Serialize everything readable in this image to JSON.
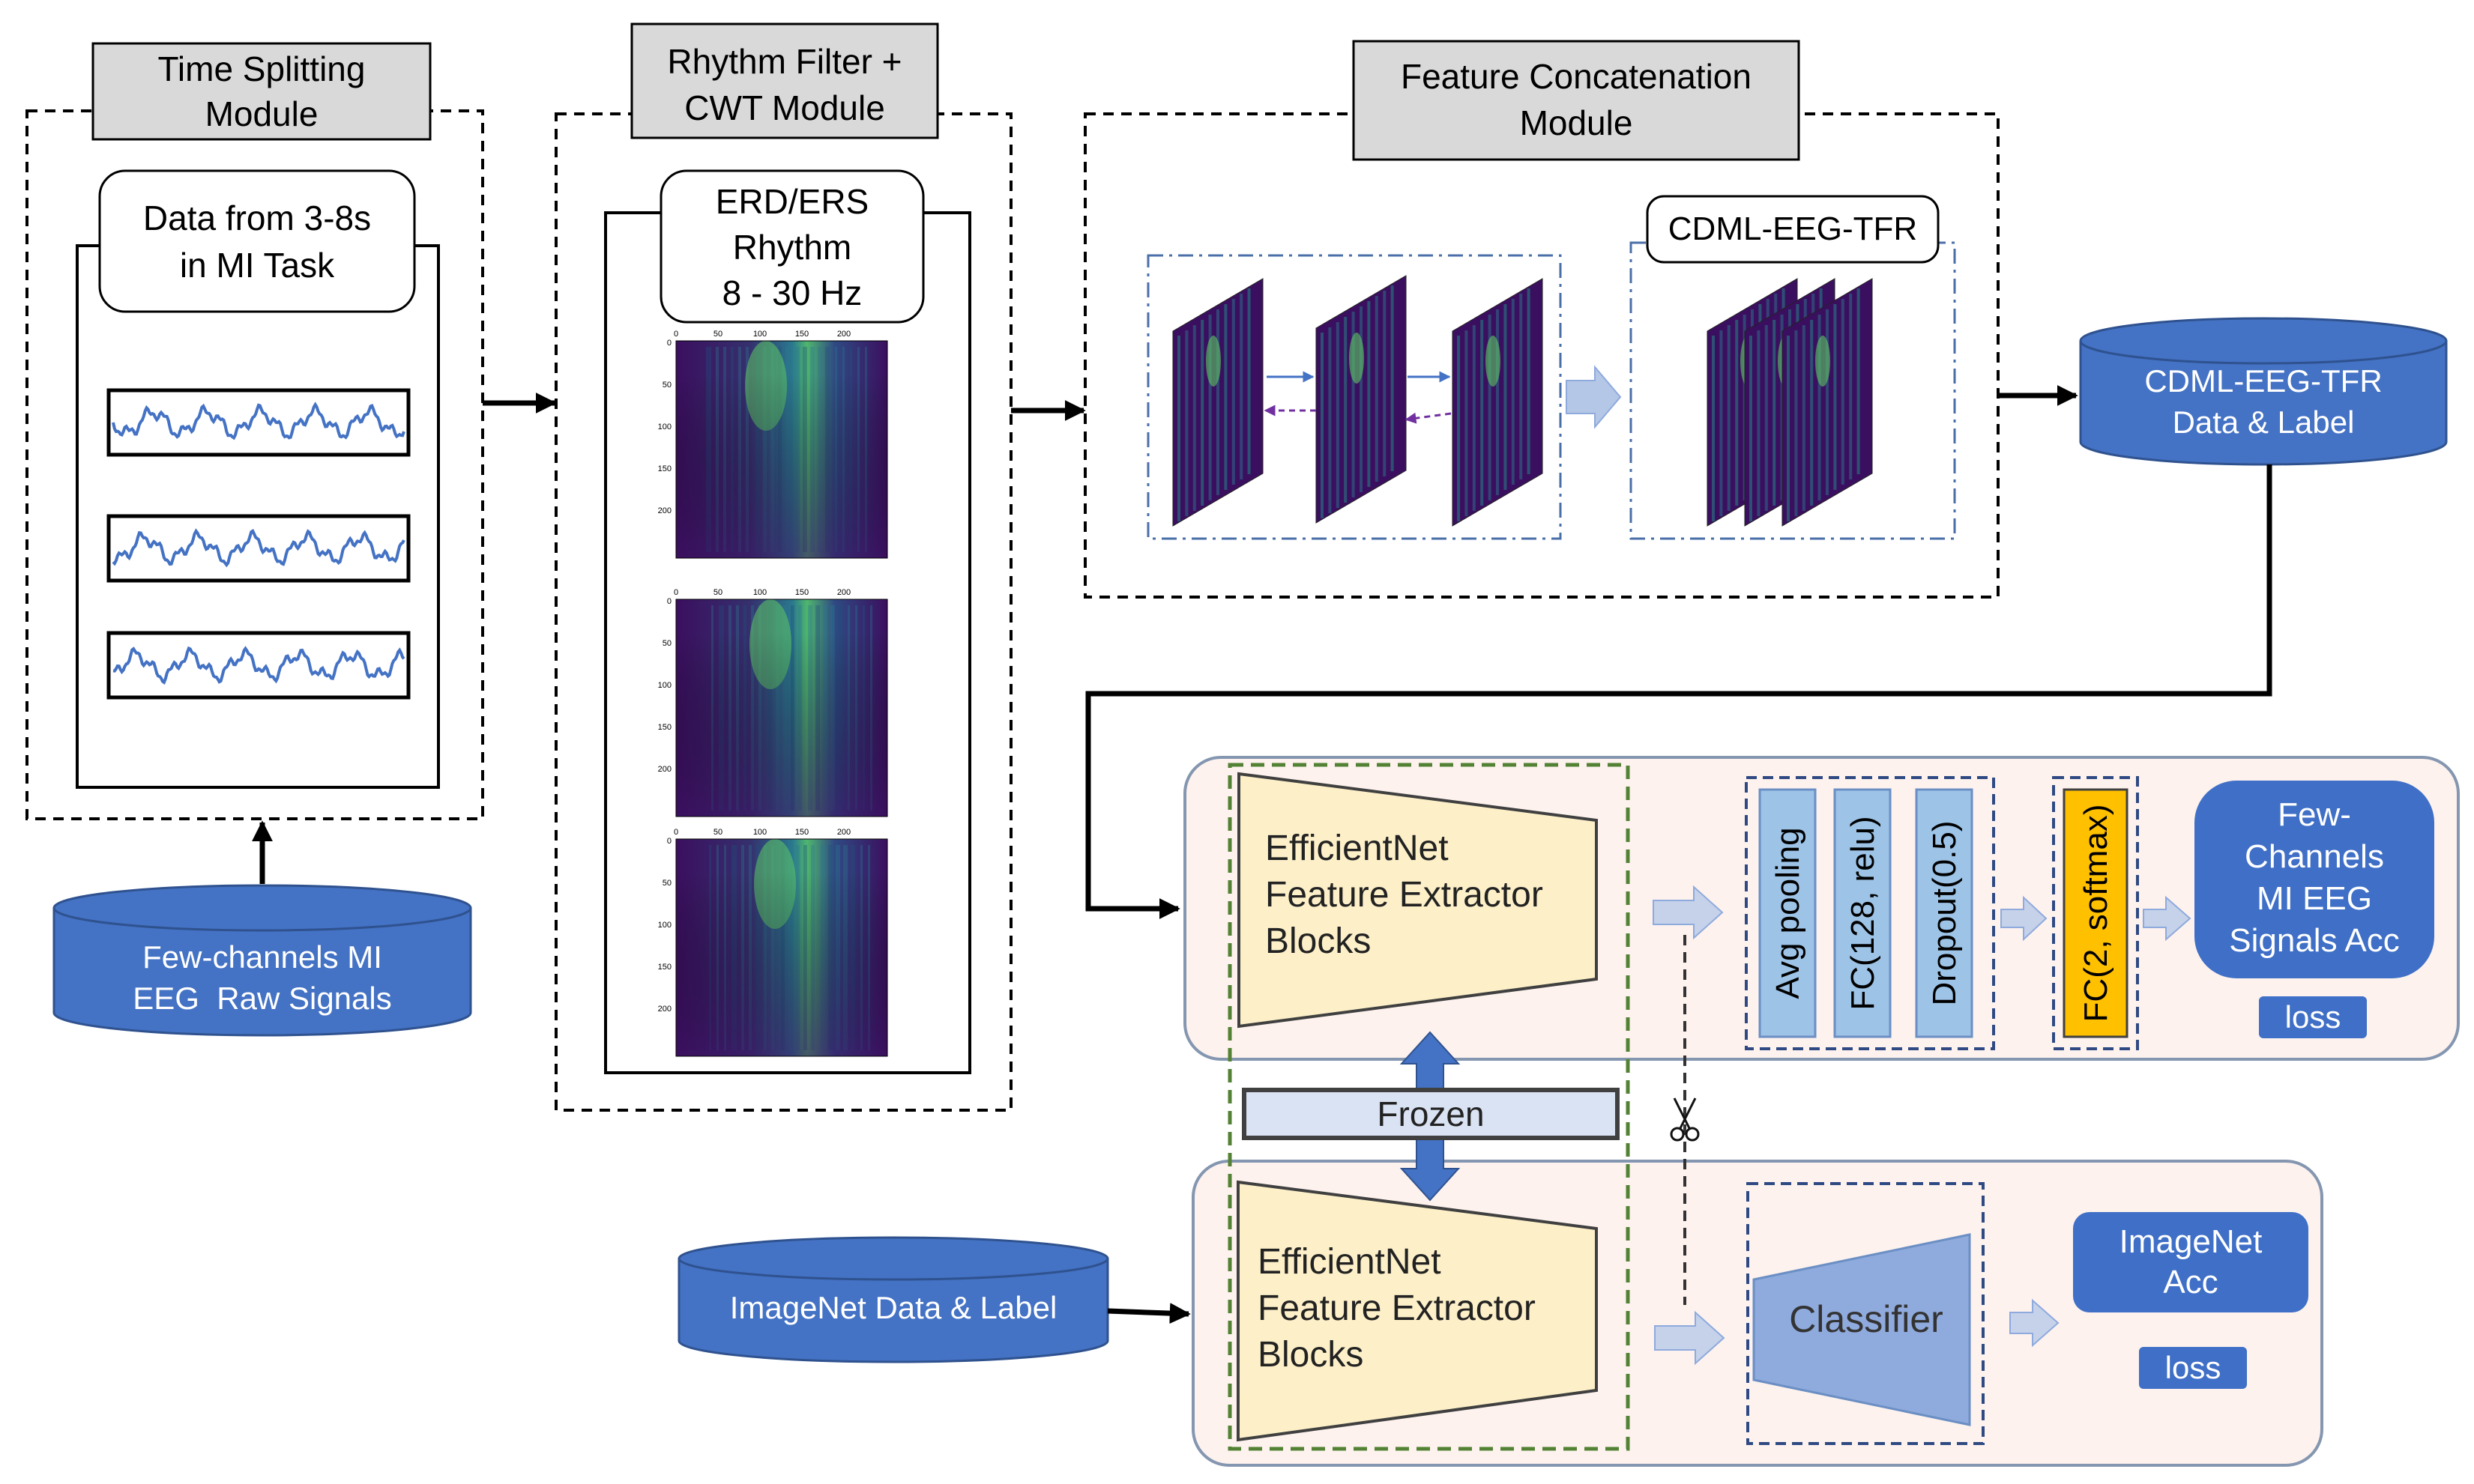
{
  "modules": {
    "time_splitting": {
      "title_line1": "Time Splitting",
      "title_line2": "Module",
      "inner_line1": "Data from 3-8s",
      "inner_line2": "in MI Task"
    },
    "rhythm_filter": {
      "title_line1": "Rhythm Filter +",
      "title_line2": "CWT Module",
      "inner_line1": "ERD/ERS",
      "inner_line2": "Rhythm",
      "inner_line3": "8 - 30 Hz"
    },
    "feature_concat": {
      "title_line1": "Feature Concatenation",
      "title_line2": "Module",
      "output_label": "CDML-EEG-TFR"
    }
  },
  "databases": {
    "raw_signals": {
      "line1": "Few-channels MI",
      "line2": "EEG  Raw Signals"
    },
    "tfr_data": {
      "line1": "CDML-EEG-TFR",
      "line2": "Data & Label"
    },
    "imagenet": {
      "line1": "ImageNet Data & Label"
    }
  },
  "spectrogram_ticks": {
    "x": [
      "0",
      "50",
      "100",
      "150",
      "200"
    ],
    "y": [
      "0",
      "50",
      "100",
      "150",
      "200"
    ]
  },
  "upper_branch": {
    "extractor_line1": "EfficientNet",
    "extractor_line2": "Feature Extractor",
    "extractor_line3": "Blocks",
    "layers": [
      "Avg pooling",
      "FC(128, relu)",
      "Dropout(0.5)"
    ],
    "final_layer": "FC(2, softmax)",
    "output_line1": "Few-",
    "output_line2": "Channels",
    "output_line3": "MI EEG",
    "output_line4": "Signals Acc",
    "loss": "loss"
  },
  "frozen": "Frozen",
  "lower_branch": {
    "extractor_line1": "EfficientNet",
    "extractor_line2": "Feature Extractor",
    "extractor_line3": "Blocks",
    "classifier": "Classifier",
    "output_line1": "ImageNet",
    "output_line2": "Acc",
    "loss": "loss"
  },
  "colors": {
    "db_blue": "#4472c4",
    "pink_panel": "#fdf2ee",
    "panel_border": "#8496b0",
    "extractor_fill": "#fdf0c9",
    "layer_fill": "#9dc3e6",
    "softmax_fill": "#ffc000",
    "output_blue": "#3f6fc6",
    "green_dash": "#548235",
    "frozen_fill": "#dae3f3",
    "arrow_fill": "#c5d2ea",
    "heat_dark": "#3b0f5f",
    "heat_mid": "#2a788e",
    "heat_bright": "#5ec962"
  }
}
